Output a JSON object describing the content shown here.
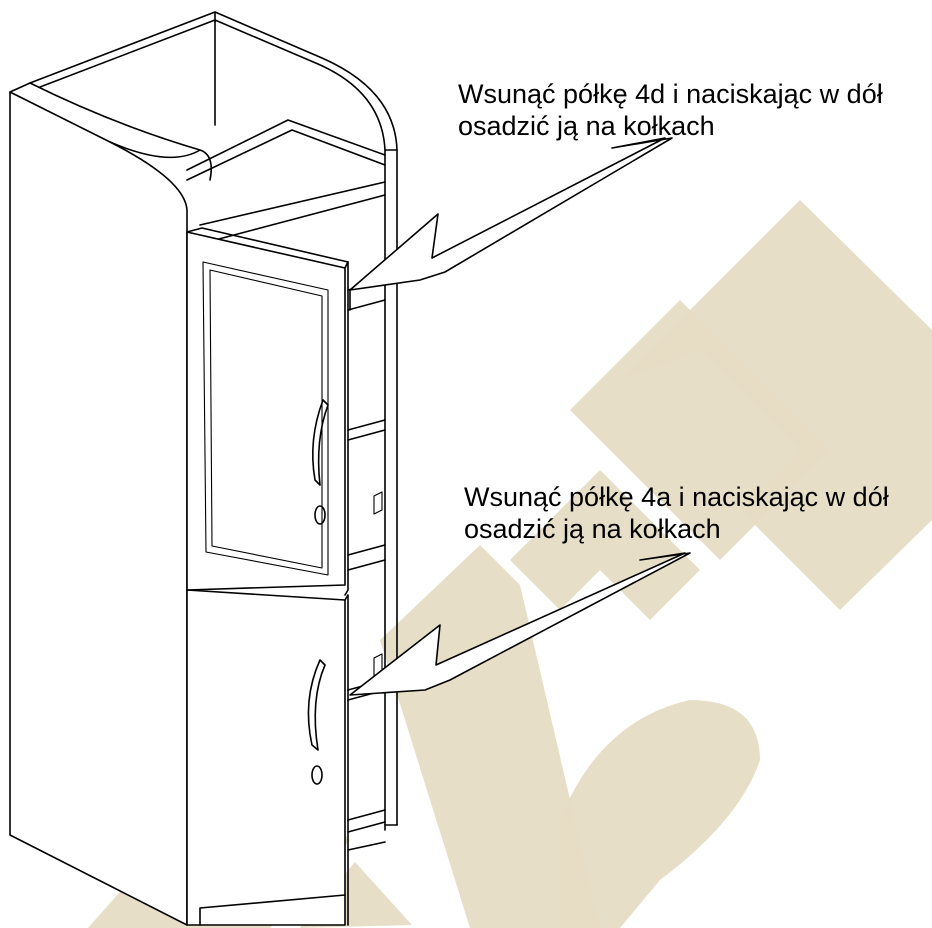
{
  "annotations": {
    "top": {
      "line1": "Wsunąć półkę 4d i naciskając w dół",
      "line2": "osadzić ją na kołkach"
    },
    "bottom": {
      "line1": "Wsunąć półkę 4a i naciskając w dół",
      "line2": "osadzić ją na kołkach"
    }
  },
  "colors": {
    "watermark": "#e6dcc4",
    "lines": "#000000",
    "background": "#ffffff"
  }
}
